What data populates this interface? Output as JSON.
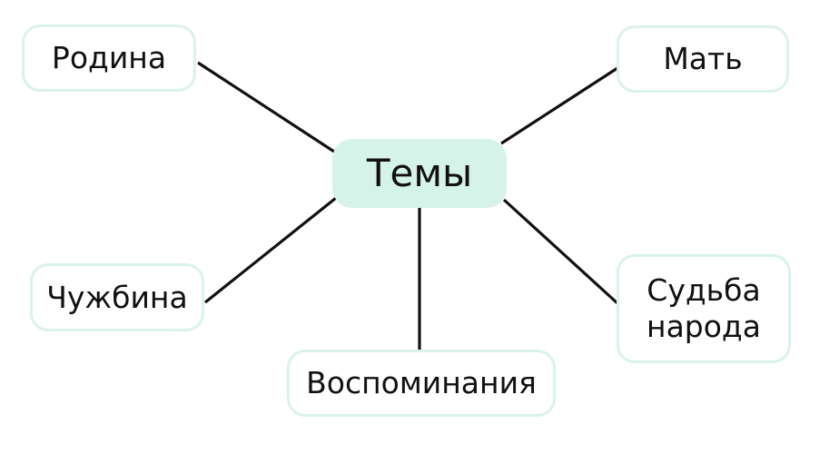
{
  "diagram": {
    "center": {
      "label": "Темы"
    },
    "nodes": [
      {
        "id": "rodina",
        "label": "Родина"
      },
      {
        "id": "mat",
        "label": "Мать"
      },
      {
        "id": "chuzhbina",
        "label": "Чужбина"
      },
      {
        "id": "vospominaniya",
        "label": "Воспоминания"
      },
      {
        "id": "sudba-naroda",
        "label": "Судьба\nнарода"
      }
    ]
  },
  "colors": {
    "center_fill": "#d5f3e9",
    "node_border": "#d9f3ea",
    "edge": "#111111",
    "text": "#111111"
  }
}
